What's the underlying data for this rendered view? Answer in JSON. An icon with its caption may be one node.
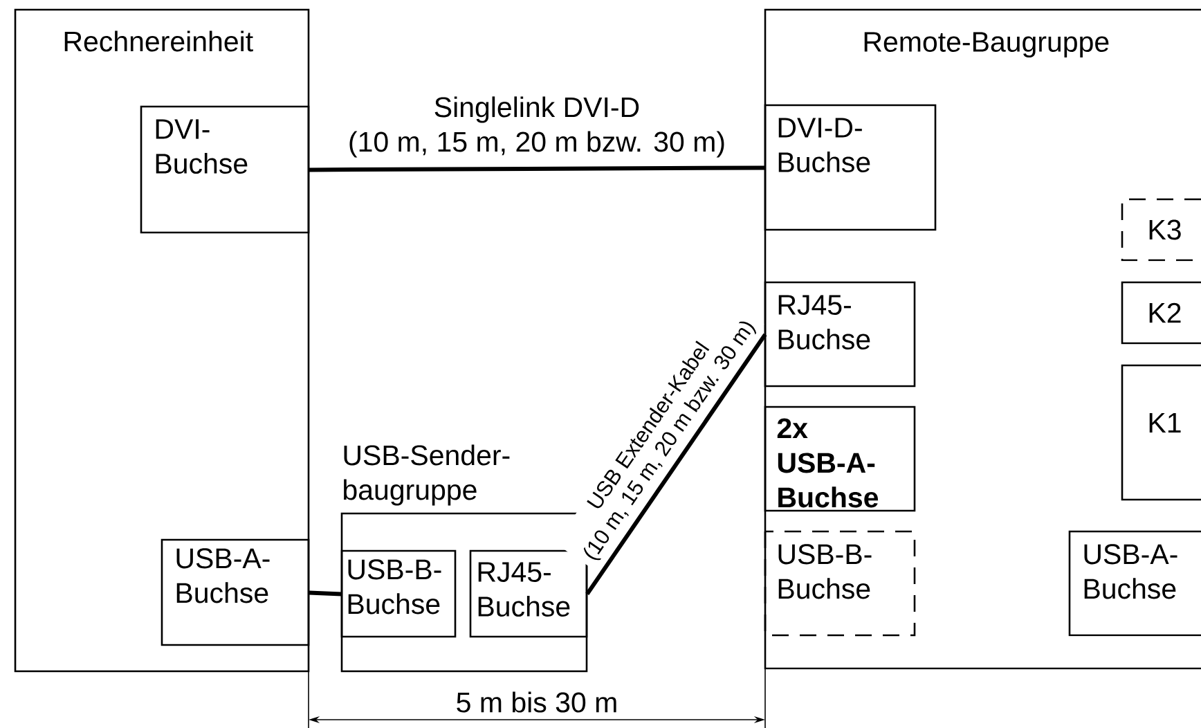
{
  "diagram": {
    "nodes": [
      {
        "text": [
          "Rechnereinheit"
        ]
      },
      {
        "text": [
          "DVI- Buchse"
        ],
        "in": 0
      },
      {
        "text": [
          "USB-A- Buchse"
        ],
        "in": 0
      },
      {
        "text": [
          "USB-Sender- baugruppe"
        ]
      },
      {
        "text": [
          "USB-B- Buchse"
        ],
        "in": 3
      },
      {
        "text": [
          "RJ45- Buchse"
        ],
        "in": 3
      },
      {
        "text": [
          "Remote-Baugruppe"
        ]
      },
      {
        "text": [
          "DVI-D- Buchse"
        ],
        "in": 6
      },
      {
        "text": [
          "RJ45- Buchse"
        ],
        "in": 6
      },
      {
        "text": [
          "2x USB-A- Buchse"
        ],
        "in": 6
      },
      {
        "text": [
          "USB-B- Buchse"
        ],
        "in": 6
      },
      {
        "text": [
          "K3"
        ],
        "in": 6
      },
      {
        "text": [
          "K2"
        ],
        "in": 6
      },
      {
        "text": [
          "K1"
        ],
        "in": 6
      },
      {
        "text": [
          "USB-A- Buchse"
        ],
        "in": 6
      }
    ],
    "edges": [
      {
        "from": 1,
        "to": 7,
        "arrow": "none",
        "label": "Singlelink DVI-D (10 m, 15 m, 20 m bzw. 30 m)"
      },
      {
        "from": 2,
        "to": 4,
        "arrow": "none"
      },
      {
        "from": 5,
        "to": 8,
        "arrow": "none",
        "label": "USB Extender-Kabel (10 m, 15 m, 20 m bzw. 30 m)"
      }
    ],
    "labels": [
      "5 m bis 30 m"
    ]
  }
}
